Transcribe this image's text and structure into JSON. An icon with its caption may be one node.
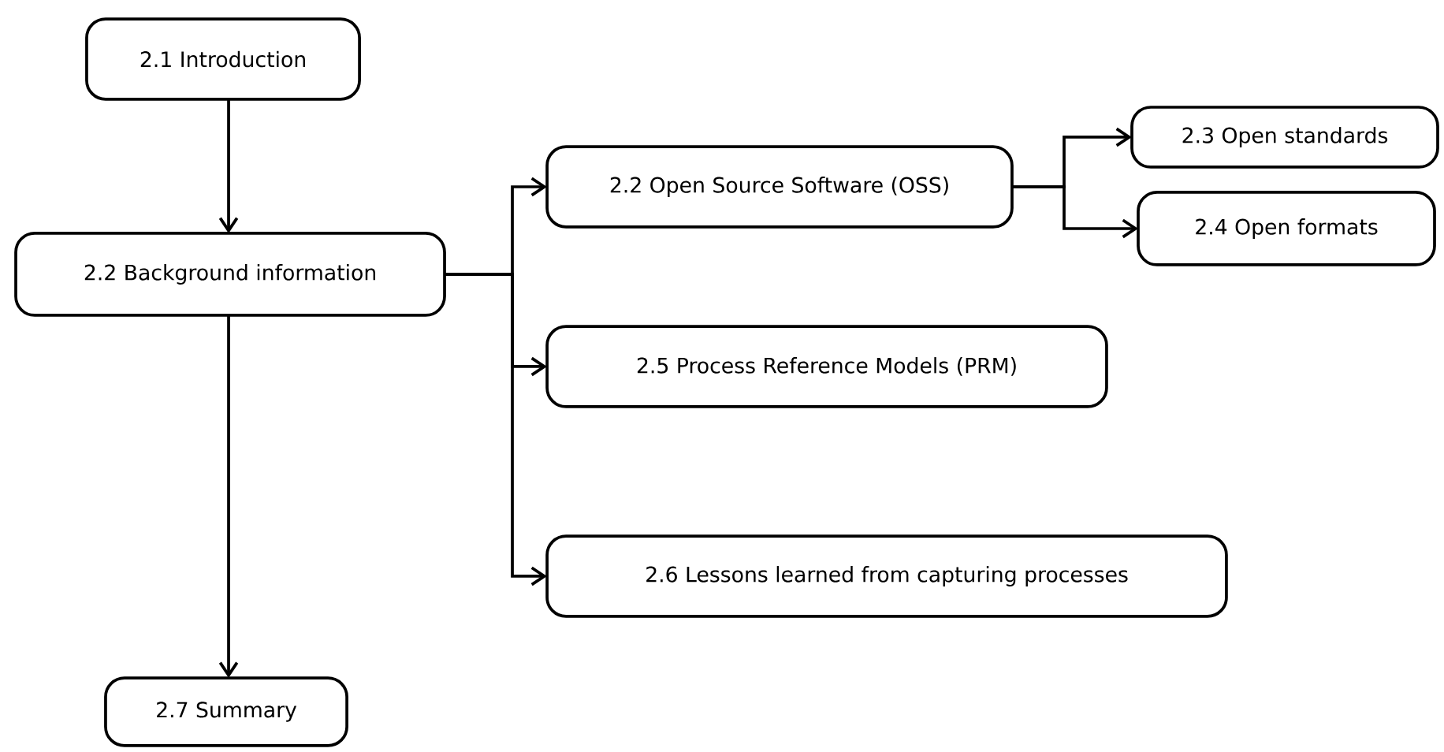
{
  "diagram": {
    "nodes": [
      {
        "text": [
          "2.1 Introduction"
        ]
      },
      {
        "text": [
          "2.2 Background information"
        ]
      },
      {
        "text": [
          "2.2 Open Source Software (OSS)"
        ]
      },
      {
        "text": [
          "2.3 Open standards"
        ]
      },
      {
        "text": [
          "2.4 Open formats"
        ]
      },
      {
        "text": [
          "2.5 Process Reference Models (PRM)"
        ]
      },
      {
        "text": [
          "2.6 Lessons learned from capturing processes"
        ]
      },
      {
        "text": [
          "2.7 Summary"
        ]
      }
    ],
    "edges": [
      {
        "from": 0,
        "to": 1,
        "arrow": "to"
      },
      {
        "from": 1,
        "to": 2,
        "arrow": "to"
      },
      {
        "from": 1,
        "to": 5,
        "arrow": "to"
      },
      {
        "from": 1,
        "to": 6,
        "arrow": "to"
      },
      {
        "from": 2,
        "to": 3,
        "arrow": "to"
      },
      {
        "from": 2,
        "to": 4,
        "arrow": "to"
      },
      {
        "from": 1,
        "to": 7,
        "arrow": "to"
      }
    ]
  }
}
